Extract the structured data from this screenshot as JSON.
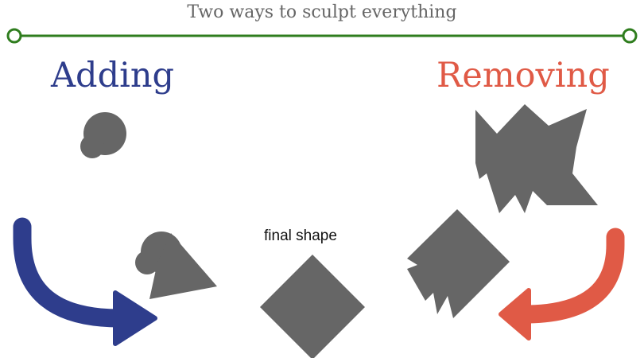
{
  "title": "Two ways to sculpt everything",
  "adding": {
    "label": "Adding",
    "color": "#2e3d8c"
  },
  "removing": {
    "label": "Removing",
    "color": "#e05a46"
  },
  "final_shape": {
    "label": "final shape"
  },
  "colors": {
    "timeline": "#2f7d1e",
    "shape": "#666666",
    "title": "#666666"
  }
}
